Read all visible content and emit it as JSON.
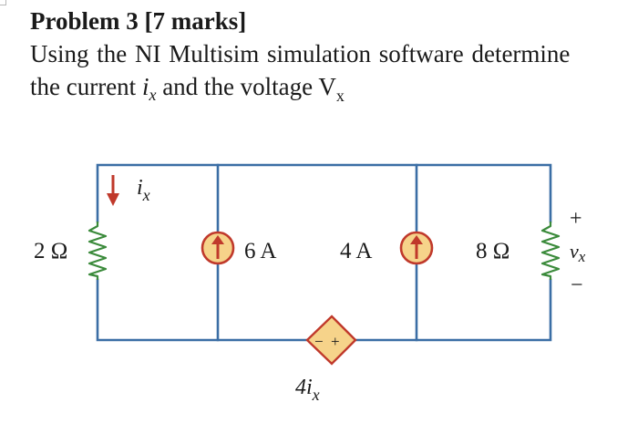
{
  "problem": {
    "title": "Problem 3 [7 marks]",
    "line1": "Using the NI Multisim simulation software determine",
    "line2_pre": "the current ",
    "line2_i": "i",
    "line2_isub": "x",
    "line2_mid": " and the voltage V",
    "line2_vsub": "x"
  },
  "circuit": {
    "resistor_left": "2 Ω",
    "current_label_main": "i",
    "current_label_sub": "x",
    "source_6a": "6 A",
    "source_4a": "4 A",
    "resistor_right": "8 Ω",
    "vx_plus": "+",
    "vx_main": "v",
    "vx_sub": "x",
    "vx_minus": "−",
    "dep_plus": "+",
    "dep_minus": "−",
    "dep_label_main": "4i",
    "dep_label_sub": "x",
    "wire_color": "#3b6ea5",
    "source_color": "#f6d38a",
    "arrow_color": "#c0392b"
  }
}
